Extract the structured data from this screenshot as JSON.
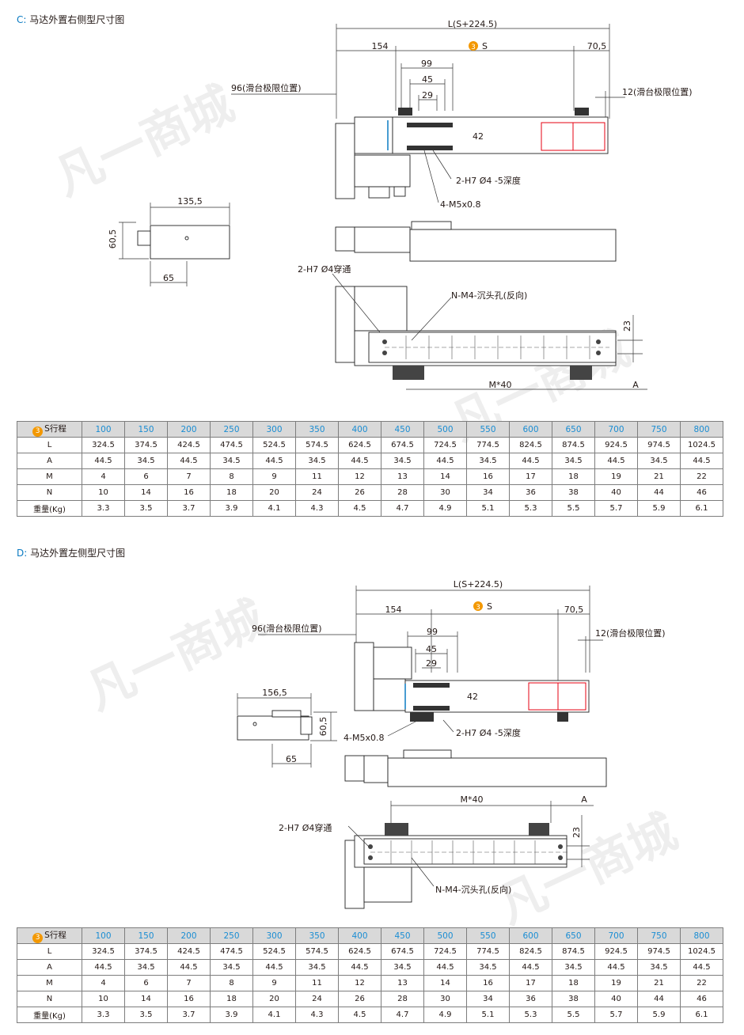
{
  "sections": [
    {
      "letter": "C",
      "title": "马达外置右侧型尺寸图",
      "dims": {
        "total_length": "L(S+224.5)",
        "d154": "154",
        "stroke": "S",
        "d70": "70,5",
        "d99": "99",
        "d45": "45",
        "d29": "29",
        "d42": "42",
        "left_limit": "96(滑台极限位置)",
        "right_limit": "12(滑台极限位置)",
        "width_side": "135,5",
        "height_side": "60,5",
        "d65": "65",
        "hole_depth": "2-H7 Ø4 -5深度",
        "screw": "4-M5x0.8",
        "hole_through": "2-H7 Ø4穿通",
        "counterbore": "N-M4-沉头孔(反向)",
        "d23": "23",
        "pitch": "M*40",
        "a_label": "A"
      }
    },
    {
      "letter": "D",
      "title": "马达外置左侧型尺寸图",
      "dims": {
        "total_length": "L(S+224.5)",
        "d154": "154",
        "stroke": "S",
        "d70": "70,5",
        "d99": "99",
        "d45": "45",
        "d29": "29",
        "d42": "42",
        "left_limit": "96(滑台极限位置)",
        "right_limit": "12(滑台极限位置)",
        "width_side": "156,5",
        "height_side": "60,5",
        "d65": "65",
        "hole_depth": "2-H7 Ø4 -5深度",
        "screw": "4-M5x0.8",
        "hole_through": "2-H7 Ø4穿通",
        "counterbore": "N-M4-沉头孔(反向)",
        "d23": "23",
        "pitch": "M*40",
        "a_label": "A"
      }
    }
  ],
  "table": {
    "badge": "3",
    "header_label": "S行程",
    "strokes": [
      "100",
      "150",
      "200",
      "250",
      "300",
      "350",
      "400",
      "450",
      "500",
      "550",
      "600",
      "650",
      "700",
      "750",
      "800"
    ],
    "rows": [
      {
        "label": "L",
        "values": [
          "324.5",
          "374.5",
          "424.5",
          "474.5",
          "524.5",
          "574.5",
          "624.5",
          "674.5",
          "724.5",
          "774.5",
          "824.5",
          "874.5",
          "924.5",
          "974.5",
          "1024.5"
        ]
      },
      {
        "label": "A",
        "values": [
          "44.5",
          "34.5",
          "44.5",
          "34.5",
          "44.5",
          "34.5",
          "44.5",
          "34.5",
          "44.5",
          "34.5",
          "44.5",
          "34.5",
          "44.5",
          "34.5",
          "44.5"
        ]
      },
      {
        "label": "M",
        "values": [
          "4",
          "6",
          "7",
          "8",
          "9",
          "11",
          "12",
          "13",
          "14",
          "16",
          "17",
          "18",
          "19",
          "21",
          "22"
        ]
      },
      {
        "label": "N",
        "values": [
          "10",
          "14",
          "16",
          "18",
          "20",
          "24",
          "26",
          "28",
          "30",
          "34",
          "36",
          "38",
          "40",
          "44",
          "46"
        ]
      },
      {
        "label": "重量(Kg)",
        "values": [
          "3.3",
          "3.5",
          "3.7",
          "3.9",
          "4.1",
          "4.3",
          "4.5",
          "4.7",
          "4.9",
          "5.1",
          "5.3",
          "5.5",
          "5.7",
          "5.9",
          "6.1"
        ]
      }
    ]
  },
  "watermark": "凡一商城",
  "colors": {
    "accent_blue": "#0a7ac2",
    "badge_orange": "#f39800",
    "header_gray": "#d9d9d9",
    "red_outline": "#e60012"
  }
}
